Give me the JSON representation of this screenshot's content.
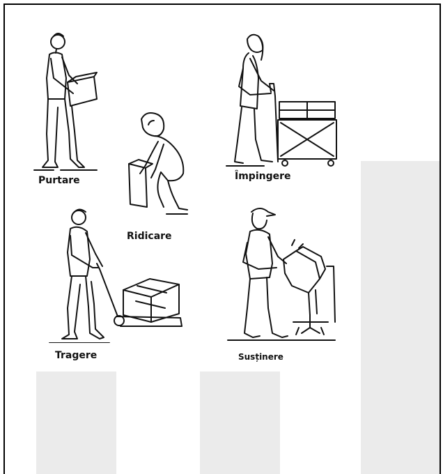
{
  "illustration": {
    "labels": {
      "carry": "Purtare",
      "lift": "Ridicare",
      "push": "Împingere",
      "pull": "Tragere",
      "support": "Susținere"
    },
    "icons": {
      "carry": "person-carrying-box-icon",
      "lift": "person-lifting-box-icon",
      "push": "person-pushing-cart-icon",
      "pull": "person-pulling-pallet-jack-icon",
      "support": "person-holding-mixer-icon"
    }
  },
  "colors": {
    "panel": "#ebebeb",
    "ink": "#111111",
    "border": "#000000"
  }
}
